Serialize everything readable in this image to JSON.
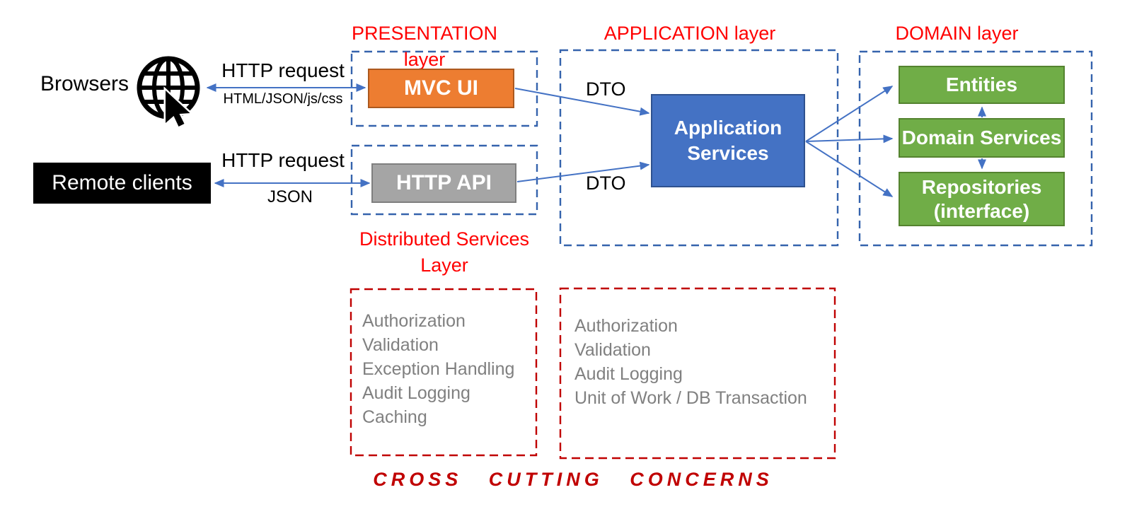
{
  "colors": {
    "accent_blue": "#4472C4",
    "box_blue_border": "#2F528F",
    "orange": "#ED7D31",
    "gray": "#A5A5A5",
    "green": "#70AD47",
    "dashed_blue": "#3563AD",
    "bright_red": "#FF0000",
    "dark_red": "#C00000",
    "muted_text": "#808080"
  },
  "actors": {
    "browsers_label": "Browsers",
    "remote_clients_label": "Remote clients"
  },
  "icons": {
    "globe": "globe-icon",
    "cursor": "cursor-icon"
  },
  "connections": {
    "browser_top_label": "HTTP request",
    "browser_bottom_label": "HTML/JSON/js/css",
    "remote_top_label": "HTTP request",
    "remote_bottom_label": "JSON",
    "mvc_dto_label": "DTO",
    "api_dto_label": "DTO"
  },
  "layers": {
    "presentation": {
      "title": "PRESENTATION layer",
      "box_label": "MVC UI"
    },
    "distributed": {
      "title": "Distributed Services\nLayer",
      "box_label": "HTTP API"
    },
    "application": {
      "title": "APPLICATION layer",
      "box_label": "Application\nServices"
    },
    "domain": {
      "title": "DOMAIN layer",
      "boxes": [
        {
          "label": "Entities"
        },
        {
          "label": "Domain Services"
        },
        {
          "label": "Repositories\n(interface)"
        }
      ]
    }
  },
  "cross_cutting": {
    "title": "CROSS CUTTING CONCERNS",
    "left_items": [
      "Authorization",
      "Validation",
      "Exception Handling",
      "Audit Logging",
      "Caching"
    ],
    "right_items": [
      "Authorization",
      "Validation",
      "Audit Logging",
      "Unit of Work / DB Transaction"
    ]
  }
}
